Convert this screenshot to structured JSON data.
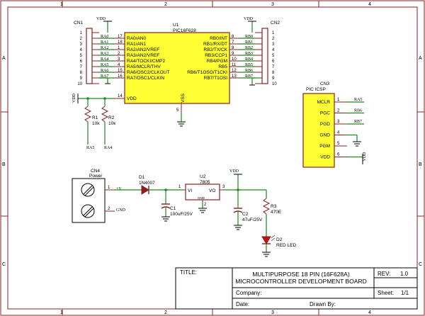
{
  "colors": {
    "wire": "#1a8a1a",
    "frame": "#8a2020",
    "chip_fill": "#ffff33",
    "led": "#c01010"
  },
  "frame": {
    "cols": [
      "1",
      "2",
      "3",
      "4"
    ],
    "rows": [
      "A",
      "B",
      "C"
    ]
  },
  "cn1": {
    "ref": "CN1",
    "pins": [
      "1",
      "2",
      "3",
      "4",
      "5",
      "6",
      "7",
      "8",
      "9",
      "10"
    ],
    "nets": [
      "RA0",
      "RA1",
      "RA2",
      "RA3",
      "RA4",
      "RA5",
      "RA6",
      "RA7"
    ]
  },
  "cn2": {
    "ref": "CN2",
    "pins": [
      "1",
      "2",
      "3",
      "4",
      "5",
      "6",
      "7",
      "8",
      "9",
      "10"
    ],
    "nets": [
      "RB0",
      "RB1",
      "RB2",
      "RB3",
      "RB4",
      "RB5",
      "RB6",
      "RB7"
    ]
  },
  "u1": {
    "ref": "U1",
    "value": "PIC16F628",
    "left_pins": [
      {
        "num": "17",
        "name": "RA0/AN0"
      },
      {
        "num": "18",
        "name": "RA1/AN1"
      },
      {
        "num": "1",
        "name": "RA2/AN2/VREF"
      },
      {
        "num": "2",
        "name": "RA3/AN2/VREF"
      },
      {
        "num": "3",
        "name": "RA4/TOCKI/CMP2"
      },
      {
        "num": "4",
        "name": "RA5/MCLR/THV"
      },
      {
        "num": "15",
        "name": "RA6/OSC2/CLKOUT"
      },
      {
        "num": "16",
        "name": "RA7/OSC1/CLKIN"
      }
    ],
    "right_pins": [
      {
        "num": "6",
        "name": "RB0/INT"
      },
      {
        "num": "7",
        "name": "RB1/RX/DT"
      },
      {
        "num": "8",
        "name": "RB2/TX/CK"
      },
      {
        "num": "9",
        "name": "RB3/CCP1"
      },
      {
        "num": "10",
        "name": "RB4/PGM"
      },
      {
        "num": "11",
        "name": "RB5"
      },
      {
        "num": "12",
        "name": "RB6/T1OSO/T1CKI"
      },
      {
        "num": "13",
        "name": "RB7/T1OSI"
      }
    ],
    "vdd_pin": {
      "num": "14",
      "name": "VDD"
    },
    "vss_pin": {
      "num": "5",
      "name": "VSS"
    }
  },
  "vdd": "VDD",
  "r1": {
    "ref": "R1",
    "value": "10k",
    "net": "RA5"
  },
  "r2": {
    "ref": "R2",
    "value": "10k",
    "net": "RA4"
  },
  "cn3": {
    "ref": "CN3",
    "value": "PIC ICSP",
    "pins": [
      {
        "num": "1",
        "name": "MCLR",
        "net": "RA5"
      },
      {
        "num": "2",
        "name": "PGC",
        "net": "RB6"
      },
      {
        "num": "3",
        "name": "PGD",
        "net": "RB7"
      },
      {
        "num": "4",
        "name": "GND",
        "net": ""
      },
      {
        "num": "5",
        "name": "PGM",
        "net": ""
      },
      {
        "num": "6",
        "name": "VDD",
        "net": "VDD"
      }
    ]
  },
  "cn4": {
    "ref": "CN4",
    "value": "Power",
    "pin1": "1",
    "pin2": "2",
    "net1": "+V",
    "net2": "GND"
  },
  "d1": {
    "ref": "D1",
    "value": "1N4007"
  },
  "u2": {
    "ref": "U2",
    "value": "7805",
    "vi": "VI",
    "vo": "VO",
    "gnd": "GND",
    "pin1": "1",
    "pin2": "2",
    "pin3": "3"
  },
  "c1": {
    "ref": "C1",
    "value": "100uF/25V"
  },
  "c2": {
    "ref": "C2",
    "value": "47uF/25V"
  },
  "r3": {
    "ref": "R3",
    "value": "470E"
  },
  "d2": {
    "ref": "D2",
    "value": "RED LED"
  },
  "title_block": {
    "title_label": "TITLE:",
    "title_line1": "MULTIPURPOSE 18 PIN (16F628A)",
    "title_line2": "MICROCONTROLLER DEVELOPMENT BOARD",
    "rev_label": "REV:",
    "rev_value": "1.0",
    "company_label": "Company:",
    "sheet_label": "Sheet:",
    "sheet_value": "1/1",
    "date_label": "Date:",
    "drawn_label": "Drawn By:"
  }
}
